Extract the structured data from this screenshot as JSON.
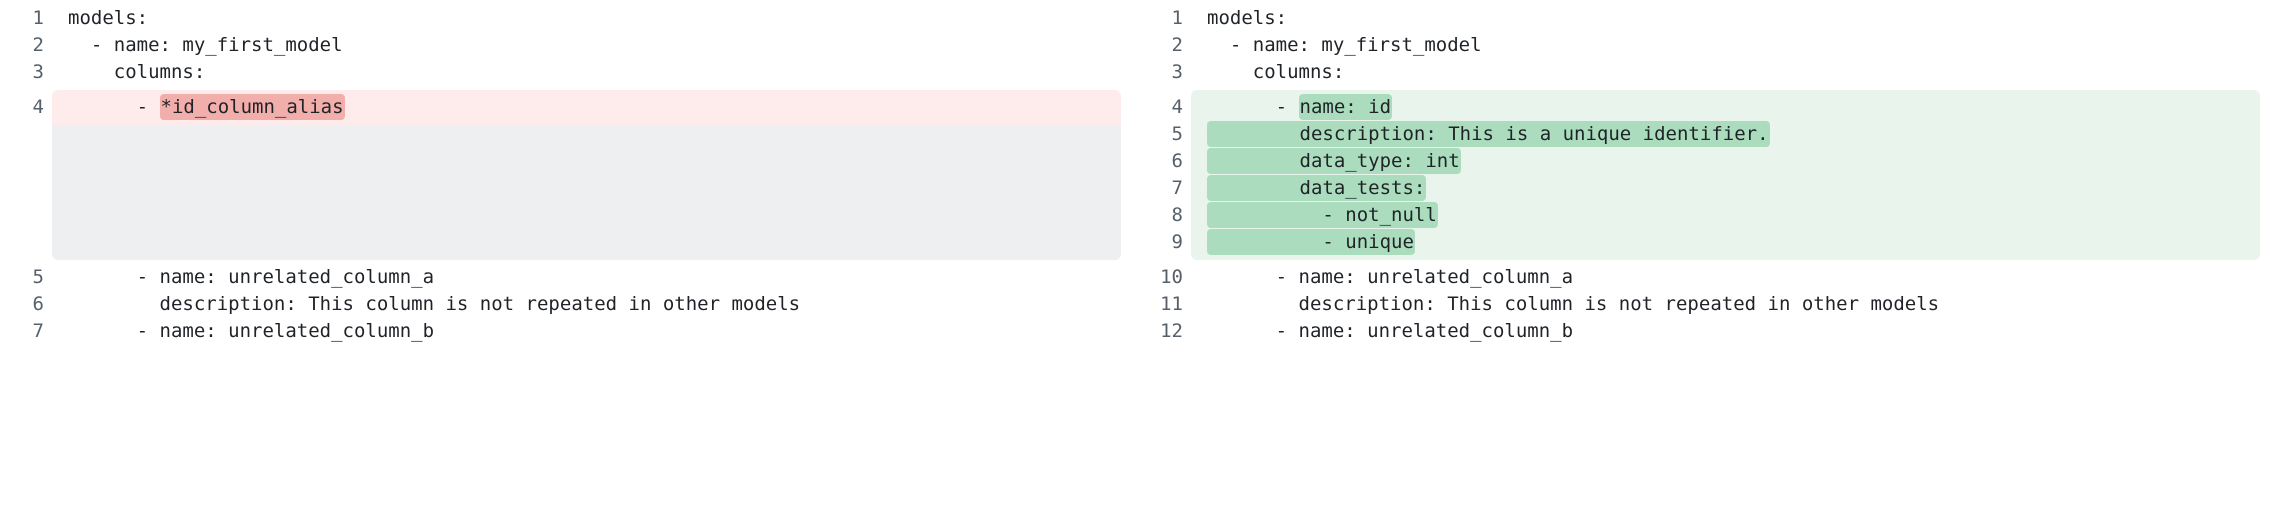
{
  "view": {
    "kind": "side-by-side-code-diff",
    "language": "yaml",
    "colors": {
      "page_background": "#ffffff",
      "text": "#1f2328",
      "gutter_text": "#57606a",
      "deleted_row_background": "#fdeceb",
      "deleted_word_highlight": "#f1aeaa",
      "inserted_row_background": "#e9f5ec",
      "inserted_word_highlight": "#aadcbd",
      "filler_background": "#eeeff0"
    }
  },
  "left_pane": {
    "name": "before",
    "lines": [
      {
        "number": "1",
        "type": "context",
        "segments": [
          {
            "text": "models:",
            "highlight": false
          }
        ]
      },
      {
        "number": "2",
        "type": "context",
        "segments": [
          {
            "text": "  - name: my_first_model",
            "highlight": false
          }
        ]
      },
      {
        "number": "3",
        "type": "context",
        "segments": [
          {
            "text": "    columns:",
            "highlight": false
          }
        ]
      },
      {
        "number": "4",
        "type": "deleted",
        "segments": [
          {
            "text": "      - ",
            "highlight": false
          },
          {
            "text": "*id_column_alias",
            "highlight": true
          }
        ]
      },
      {
        "number": "5",
        "type": "context",
        "segments": [
          {
            "text": "      - name: unrelated_column_a",
            "highlight": false
          }
        ]
      },
      {
        "number": "6",
        "type": "context",
        "segments": [
          {
            "text": "        description: This column is not repeated in other models",
            "highlight": false
          }
        ]
      },
      {
        "number": "7",
        "type": "context",
        "segments": [
          {
            "text": "      - name: unrelated_column_b",
            "highlight": false
          }
        ]
      }
    ],
    "filler": {
      "after_line": "4",
      "line_count": 5
    }
  },
  "right_pane": {
    "name": "after",
    "lines": [
      {
        "number": "1",
        "type": "context",
        "segments": [
          {
            "text": "models:",
            "highlight": false
          }
        ]
      },
      {
        "number": "2",
        "type": "context",
        "segments": [
          {
            "text": "  - name: my_first_model",
            "highlight": false
          }
        ]
      },
      {
        "number": "3",
        "type": "context",
        "segments": [
          {
            "text": "    columns:",
            "highlight": false
          }
        ]
      },
      {
        "number": "4",
        "type": "inserted",
        "segments": [
          {
            "text": "      - ",
            "highlight": false
          },
          {
            "text": "name: id",
            "highlight": true
          }
        ]
      },
      {
        "number": "5",
        "type": "inserted",
        "segments": [
          {
            "text": "        description: This is a unique identifier.",
            "highlight": true
          }
        ]
      },
      {
        "number": "6",
        "type": "inserted",
        "segments": [
          {
            "text": "        data_type: int",
            "highlight": true
          }
        ]
      },
      {
        "number": "7",
        "type": "inserted",
        "segments": [
          {
            "text": "        data_tests:",
            "highlight": true
          }
        ]
      },
      {
        "number": "8",
        "type": "inserted",
        "segments": [
          {
            "text": "          - not_null",
            "highlight": true
          }
        ]
      },
      {
        "number": "9",
        "type": "inserted",
        "segments": [
          {
            "text": "          - unique",
            "highlight": true
          }
        ]
      },
      {
        "number": "10",
        "type": "context",
        "segments": [
          {
            "text": "      - name: unrelated_column_a",
            "highlight": false
          }
        ]
      },
      {
        "number": "11",
        "type": "context",
        "segments": [
          {
            "text": "        description: This column is not repeated in other models",
            "highlight": false
          }
        ]
      },
      {
        "number": "12",
        "type": "context",
        "segments": [
          {
            "text": "      - name: unrelated_column_b",
            "highlight": false
          }
        ]
      }
    ]
  }
}
